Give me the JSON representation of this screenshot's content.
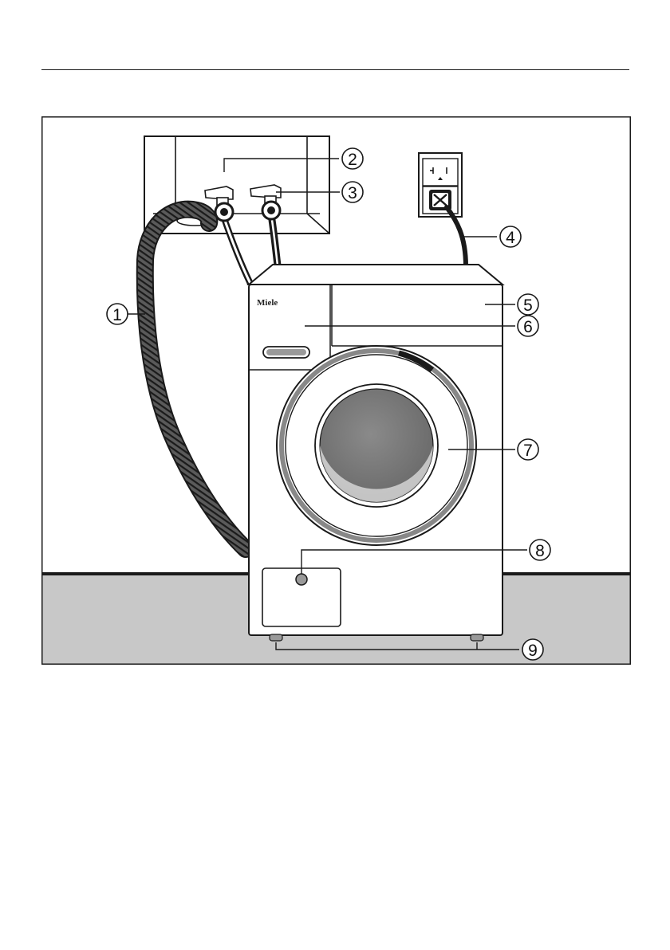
{
  "figure": {
    "brand_text": "Miele",
    "callouts": [
      "1",
      "2",
      "3",
      "4",
      "5",
      "6",
      "7",
      "8",
      "9"
    ]
  },
  "colors": {
    "floor": "#c8c8c8",
    "outline": "#1a1a1a",
    "porthole": "#7a7a7a",
    "hose": "#3a3a3a"
  }
}
